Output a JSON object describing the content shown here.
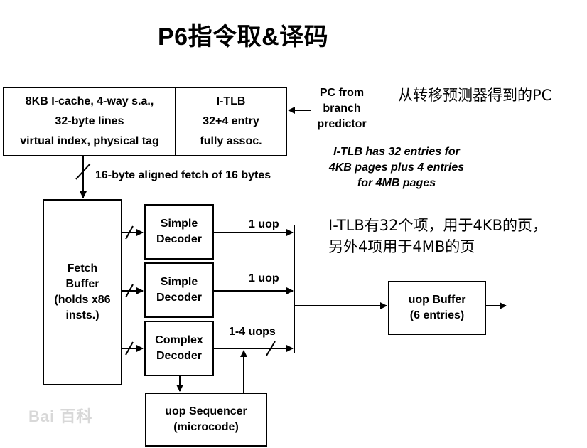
{
  "title": "P6指令取&译码",
  "icache": {
    "line1": "8KB I-cache, 4-way s.a.,",
    "line2": "32-byte lines",
    "line3": "virtual index, physical tag"
  },
  "itlb": {
    "line1": "I-TLB",
    "line2": "32+4 entry",
    "line3": "fully assoc."
  },
  "pc_source": {
    "line1": "PC from",
    "line2": "branch",
    "line3": "predictor"
  },
  "pc_note_cn": "从转移预测器得到的PC",
  "itlb_note": {
    "line1": "I-TLB has 32 entries for",
    "line2": "4KB pages plus 4 entries",
    "line3": "for 4MB pages"
  },
  "itlb_note_cn": {
    "line1": "I-TLB有32个项，用于4KB的页，",
    "line2": "另外4项用于4MB的页"
  },
  "fetch_label": "16-byte aligned fetch of 16 bytes",
  "fetch_buffer": {
    "line1": "Fetch",
    "line2": "Buffer",
    "line3": "(holds x86",
    "line4": "insts.)"
  },
  "decoders": [
    {
      "line1": "Simple",
      "line2": "Decoder",
      "out": "1 uop"
    },
    {
      "line1": "Simple",
      "line2": "Decoder",
      "out": "1 uop"
    },
    {
      "line1": "Complex",
      "line2": "Decoder",
      "out": "1-4 uops"
    }
  ],
  "uop_buffer": {
    "line1": "uop Buffer",
    "line2": "(6 entries)"
  },
  "sequencer": {
    "line1": "uop Sequencer",
    "line2": "(microcode)"
  },
  "watermark": "Bai 百科"
}
